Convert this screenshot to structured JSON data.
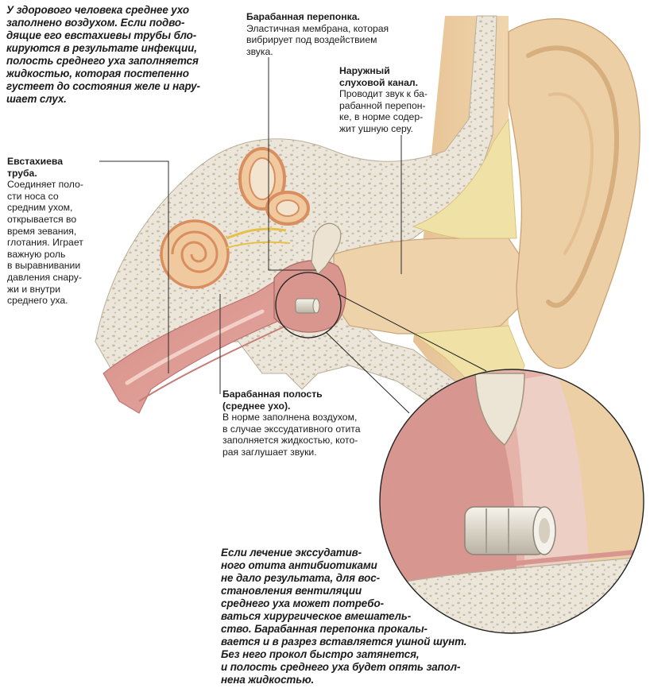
{
  "intro": {
    "lines": [
      "У здорового человека среднее ухо",
      "заполнено воздухом. Если подво-",
      "дящие его евстахиевы трубы бло-",
      "кируются в результате инфекции,",
      "полость среднего уха заполняется",
      "жидкостью, которая постепенно",
      "густеет до состояния желе и нару-",
      "шает слух."
    ]
  },
  "labels": {
    "eardrum": {
      "title": "Барабанная перепонка.",
      "lines": [
        "Эластичная мембрана, которая",
        "вибрирует под воздействием",
        "звука."
      ]
    },
    "ear_canal": {
      "title_lines": [
        "Наружный",
        "слуховой канал."
      ],
      "lines": [
        "Проводит звук к ба-",
        "рабанной перепон-",
        "ке, в норме содер-",
        "жит ушную серу."
      ]
    },
    "eustachian": {
      "title_lines": [
        "Евстахиева",
        "труба."
      ],
      "lines": [
        "Соединяет поло-",
        "сти носа со",
        "средним ухом,",
        "открывается во",
        "время зевания,",
        "глотания. Играет",
        "важную роль",
        "в выравнивании",
        "давления снару-",
        "жи и внутри",
        "среднего уха."
      ]
    },
    "middle_ear": {
      "title_lines": [
        "Барабанная полость",
        "(среднее ухо)."
      ],
      "lines": [
        "В норме заполнена воздухом,",
        "в случае экссудативного отита",
        "заполняется жидкостью, кото-",
        "рая заглушает звуки."
      ]
    }
  },
  "treatment": {
    "lines": [
      "Если лечение экссудатив-",
      "ного отита антибиотиками",
      "не дало результата, для вос-",
      "становления вентиляции",
      "среднего уха может потребо-",
      "ваться хирургическое вмешатель-",
      "ство. Барабанная перепонка прокалы-",
      "вается и в разрез вставляется ушной шунт.",
      "Без него прокол быстро затянется,",
      "и полость среднего уха будет опять запол-",
      "нена жидкостью."
    ]
  },
  "colors": {
    "skin": "#eccfa4",
    "skin_dark": "#dcb07f",
    "bone": "#ece6da",
    "bone_pore": "#c9bea8",
    "mucosa": "#d99690",
    "mucosa_light": "#e9b7ae",
    "cartilage": "#f0e2a6",
    "cochlea": "#eab98a",
    "shunt": "#e2ddd2",
    "line": "#2b2b2b"
  },
  "icons": [
    "ear-anatomy-illustration",
    "ear-shunt-magnifier"
  ]
}
